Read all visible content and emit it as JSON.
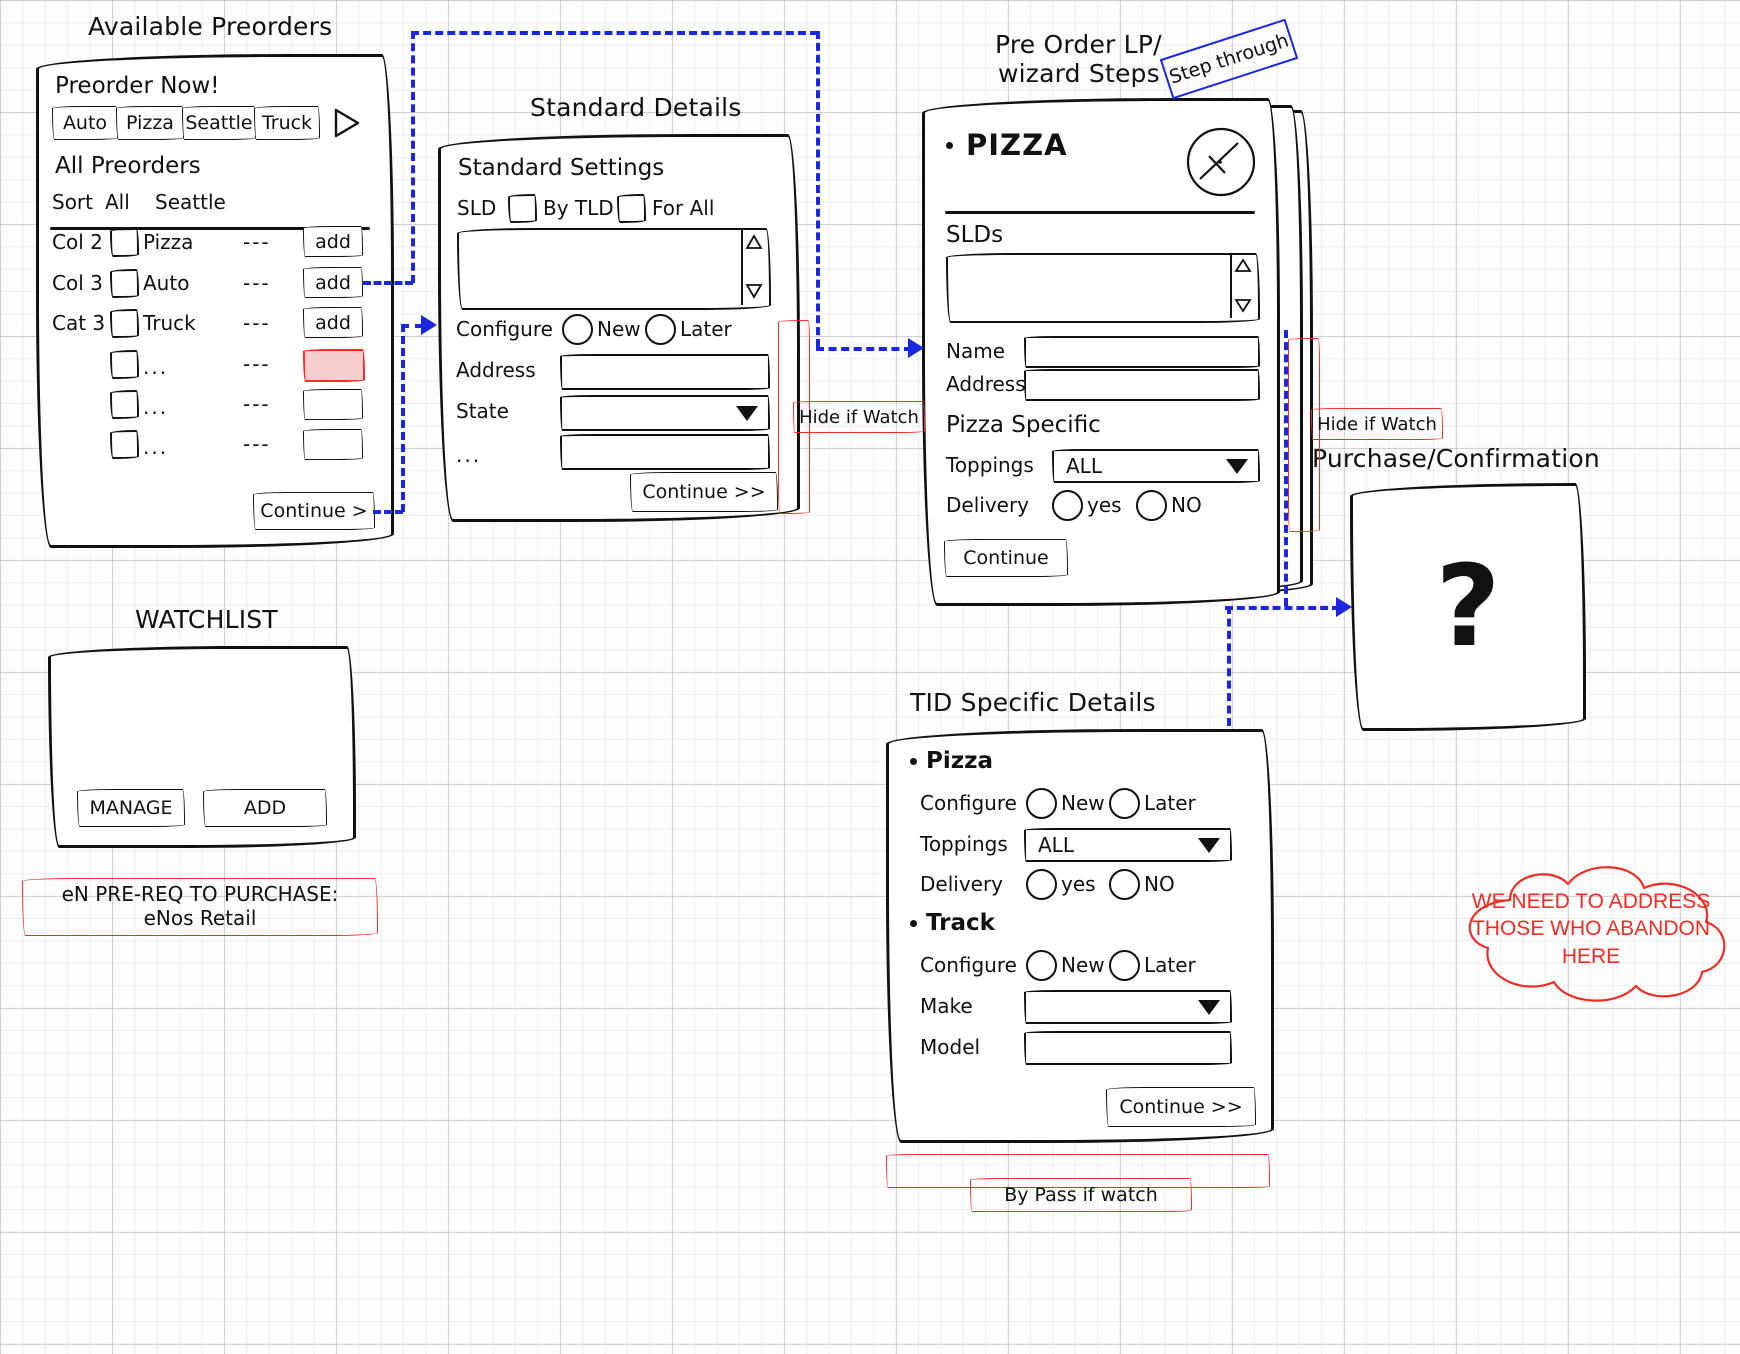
{
  "available_preorders": {
    "title": "Available Preorders",
    "preorder_now_heading": "Preorder Now!",
    "category_tabs": [
      "Auto",
      "Pizza",
      "Seattle",
      "Truck"
    ],
    "next_icon": "play-triangle-icon",
    "all_preorders_heading": "All Preorders",
    "columns": [
      "Sort",
      "All",
      "Seattle"
    ],
    "rows": [
      {
        "sort": "Col 2",
        "name": "Pizza",
        "dashes": "---",
        "action": "add",
        "highlight": false
      },
      {
        "sort": "Col 3",
        "name": "Auto",
        "dashes": "---",
        "action": "add",
        "highlight": false
      },
      {
        "sort": "Cat 3",
        "name": "Truck",
        "dashes": "---",
        "action": "add",
        "highlight": false
      },
      {
        "sort": "",
        "name": "...",
        "dashes": "---",
        "action": "",
        "highlight": true
      },
      {
        "sort": "",
        "name": "...",
        "dashes": "---",
        "action": "",
        "highlight": false
      },
      {
        "sort": "",
        "name": "...",
        "dashes": "---",
        "action": "",
        "highlight": false
      }
    ],
    "continue_label": "Continue >"
  },
  "watchlist": {
    "title": "WATCHLIST",
    "manage_label": "MANAGE",
    "add_label": "ADD"
  },
  "prereq_note": {
    "line1": "eN PRE-REQ TO PURCHASE:",
    "line2": "eNos Retail"
  },
  "standard_details": {
    "title": "Standard Details",
    "settings_heading": "Standard Settings",
    "sld_label": "SLD",
    "by_tld_label": "By TLD",
    "for_all_label": "For All",
    "configure_label": "Configure",
    "configure_options": [
      "New",
      "Later"
    ],
    "address_label": "Address",
    "state_label": "State",
    "more_label": "...",
    "continue_label": "Continue >>"
  },
  "pre_order_lp": {
    "title_line1": "Pre Order LP/",
    "title_line2": "wizard Steps",
    "step_through_label": "Step through",
    "bullet_title": "PIZZA",
    "image_icon": "circle-cross-image-icon",
    "slds_label": "SLDs",
    "name_label": "Name",
    "address_label": "Address",
    "pizza_specific_heading": "Pizza Specific",
    "toppings_label": "Toppings",
    "toppings_value": "ALL",
    "delivery_label": "Delivery",
    "delivery_options": [
      "yes",
      "NO"
    ],
    "continue_label": "Continue"
  },
  "tid_specific_details": {
    "title": "TID Specific Details",
    "groups": [
      {
        "name": "Pizza",
        "fields": [
          {
            "label": "Configure",
            "type": "radio",
            "options": [
              "New",
              "Later"
            ]
          },
          {
            "label": "Toppings",
            "type": "select",
            "value": "ALL"
          },
          {
            "label": "Delivery",
            "type": "radio",
            "options": [
              "yes",
              "NO"
            ]
          }
        ]
      },
      {
        "name": "Track",
        "fields": [
          {
            "label": "Configure",
            "type": "radio",
            "options": [
              "New",
              "Later"
            ]
          },
          {
            "label": "Make",
            "type": "select",
            "value": ""
          },
          {
            "label": "Model",
            "type": "text",
            "value": ""
          }
        ]
      }
    ],
    "continue_label": "Continue >>"
  },
  "purchase_confirmation": {
    "title": "Purchase/Confirmation",
    "content": "?"
  },
  "annotations": {
    "hide_if_watch_1": "Hide if Watch",
    "hide_if_watch_2": "Hide if Watch",
    "by_pass_if_watch": "By Pass if watch",
    "cloud_line1": "WE NEED TO ADDRESS",
    "cloud_line2": "THOSE WHO ABANDON",
    "cloud_line3": "HERE"
  },
  "colors": {
    "ink": "#111111",
    "annotation_red": "#ee2d24",
    "flow_blue": "#1a26e0",
    "highlight_pink": "#f8cdcd"
  }
}
